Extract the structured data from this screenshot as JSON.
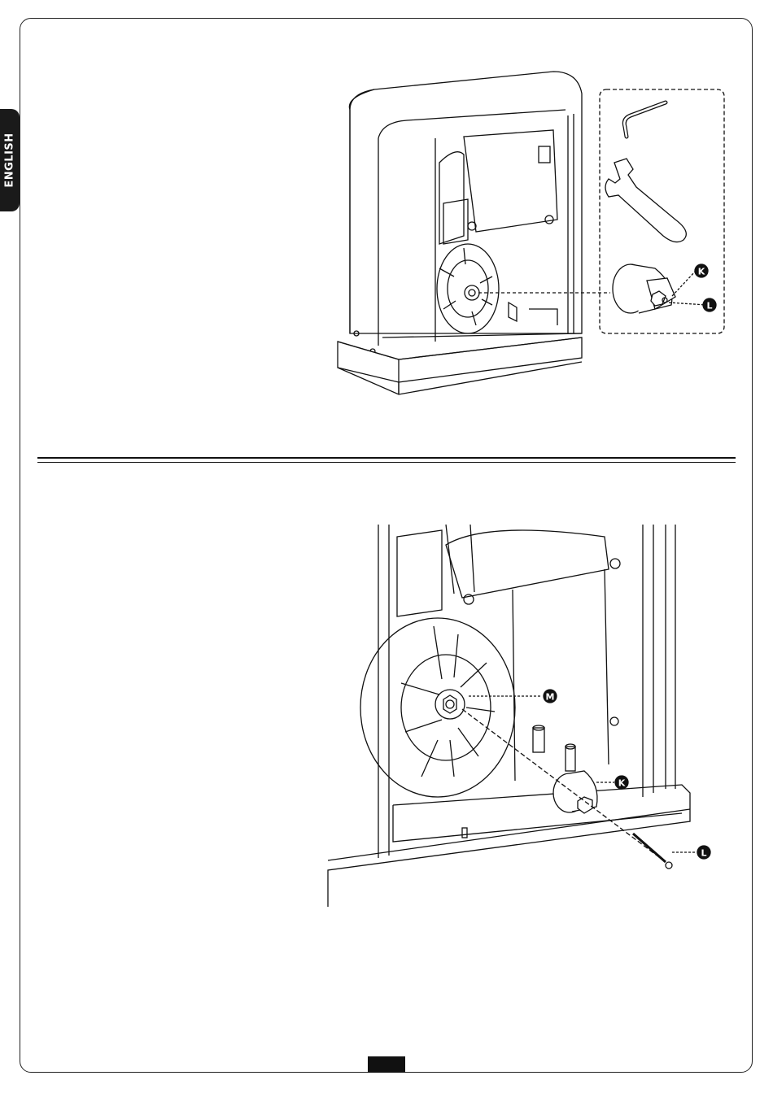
{
  "sidebar": {
    "language_label": "ENGLISH"
  },
  "figure_top": {
    "callouts": [
      {
        "letter": "K"
      },
      {
        "letter": "L"
      }
    ]
  },
  "figure_bottom": {
    "callouts": [
      {
        "letter": "M"
      },
      {
        "letter": "K"
      },
      {
        "letter": "L"
      }
    ]
  },
  "icons": [
    "allen-key-icon",
    "spanner-wrench-icon",
    "cap-part-icon",
    "screw-part-icon"
  ],
  "colors": {
    "ink": "#111111",
    "page": "#ffffff"
  }
}
